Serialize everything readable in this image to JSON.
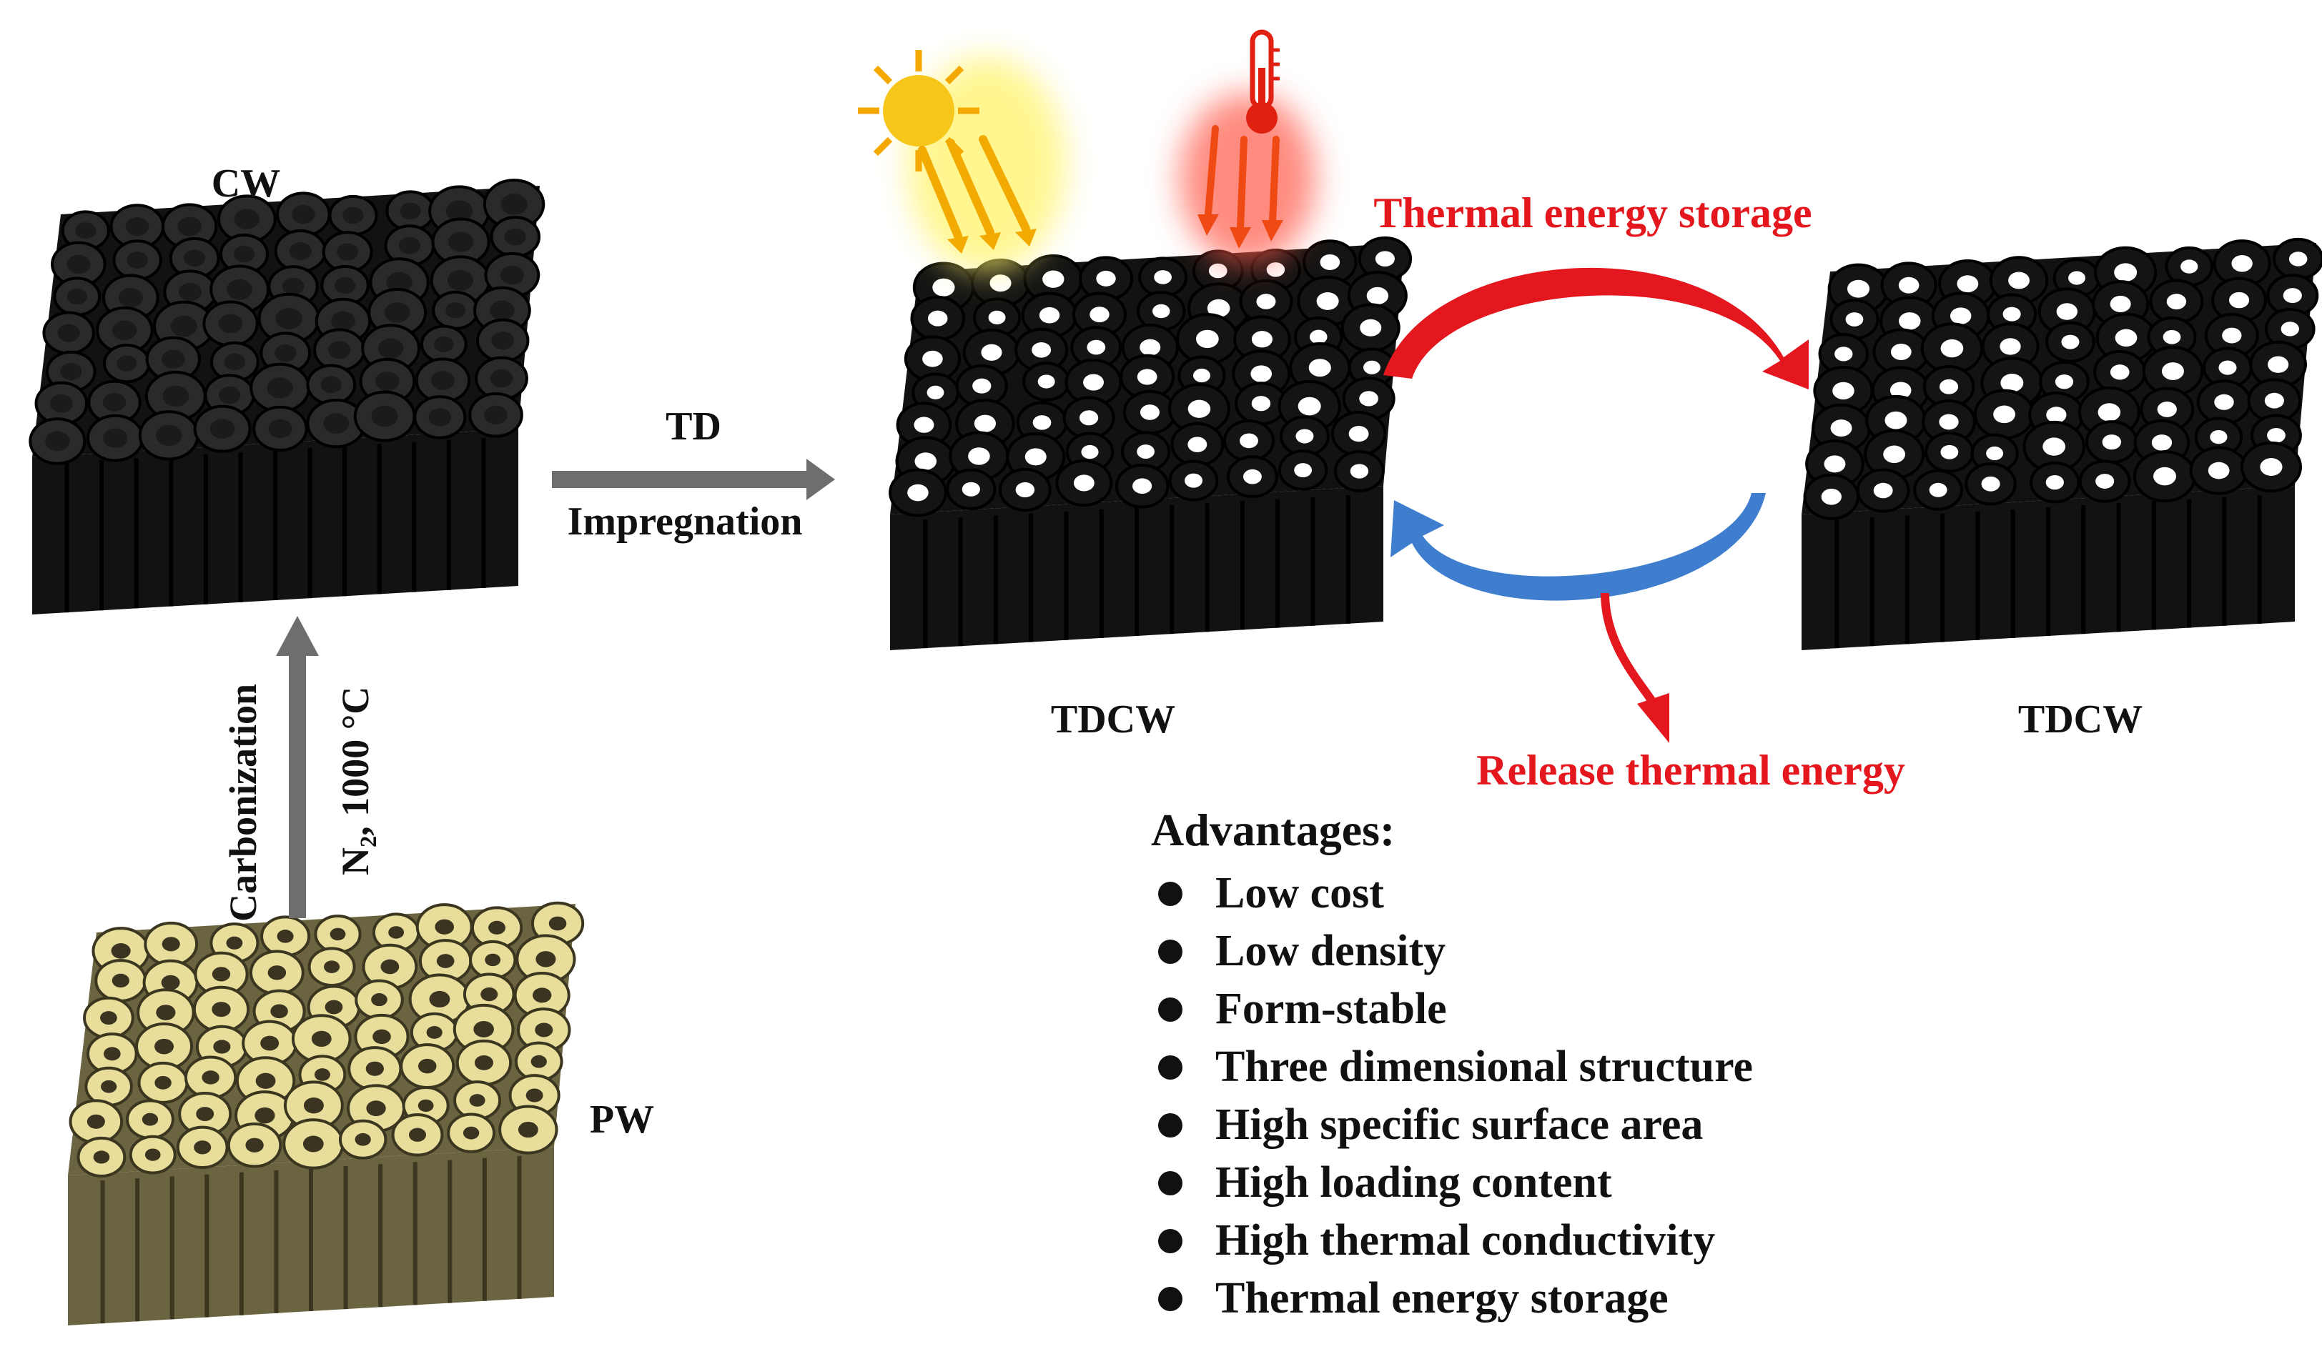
{
  "labels": {
    "cw": "CW",
    "pw": "PW",
    "td": "TD",
    "impregnation": "Impregnation",
    "tdcw_left": "TDCW",
    "tdcw_right": "TDCW",
    "carbonization": "Carbonization",
    "n2_condition": "N₂, 1000 °C",
    "storage": "Thermal energy storage",
    "release": "Release thermal energy"
  },
  "advantages": {
    "title": "Advantages:",
    "items": [
      "Low cost",
      "Low density",
      "Form-stable",
      "Three dimensional structure",
      "High specific surface area",
      "High loading content",
      "High thermal conductivity",
      "Thermal energy storage"
    ]
  },
  "icons": [
    "sun-icon",
    "thermometer-icon"
  ],
  "colors": {
    "carbon": "#121212",
    "wood": "#e8dd9a",
    "wood_shadow": "#6b6440",
    "pcm": "#ffffff",
    "storage_arrow": "#e3171d",
    "release_arrow": "#3f7ecf",
    "process_arrow": "#6e6e6e",
    "sun": "#f7c61b",
    "heat": "#ef3b1c"
  }
}
